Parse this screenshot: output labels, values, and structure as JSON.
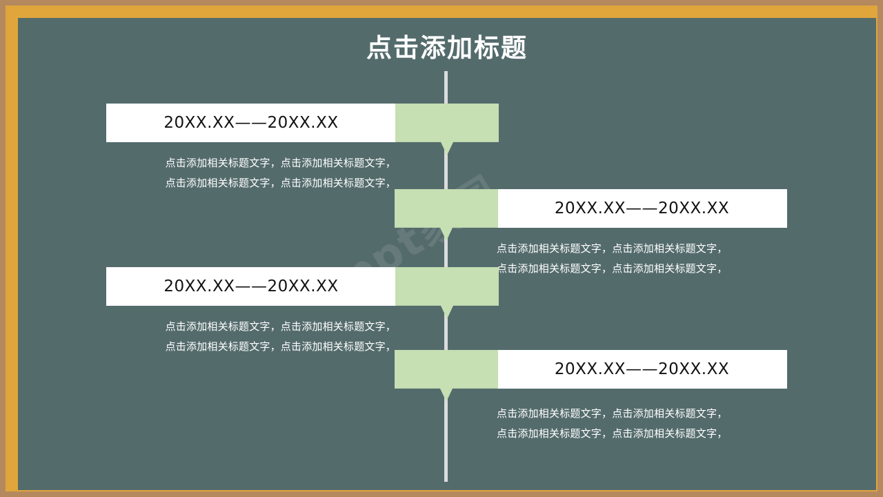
{
  "slide": {
    "title": "点击添加标题",
    "watermark": "ppt家园",
    "colors": {
      "outer_frame": "#b5895e",
      "inner_frame": "#e0a63c",
      "stage": "#546b6c",
      "chip": "#ffffff",
      "tab": "#c6dfb3",
      "spine": "#dcdcdc",
      "title_text": "#ffffff",
      "chip_text": "#111111",
      "body_text": "#ffffff"
    }
  },
  "timeline": {
    "items": [
      {
        "side": "left",
        "date_label": "20XX.XX——20XX.XX",
        "body_lines": [
          "点击添加相关标题文字，点击添加相关标题文字，",
          "点击添加相关标题文字，点击添加相关标题文字，"
        ]
      },
      {
        "side": "right",
        "date_label": "20XX.XX——20XX.XX",
        "body_lines": [
          "点击添加相关标题文字，点击添加相关标题文字，",
          "点击添加相关标题文字，点击添加相关标题文字，"
        ]
      },
      {
        "side": "left",
        "date_label": "20XX.XX——20XX.XX",
        "body_lines": [
          "点击添加相关标题文字，点击添加相关标题文字，",
          "点击添加相关标题文字，点击添加相关标题文字，"
        ]
      },
      {
        "side": "right",
        "date_label": "20XX.XX——20XX.XX",
        "body_lines": [
          "点击添加相关标题文字，点击添加相关标题文字，",
          "点击添加相关标题文字，点击添加相关标题文字，"
        ]
      }
    ]
  }
}
